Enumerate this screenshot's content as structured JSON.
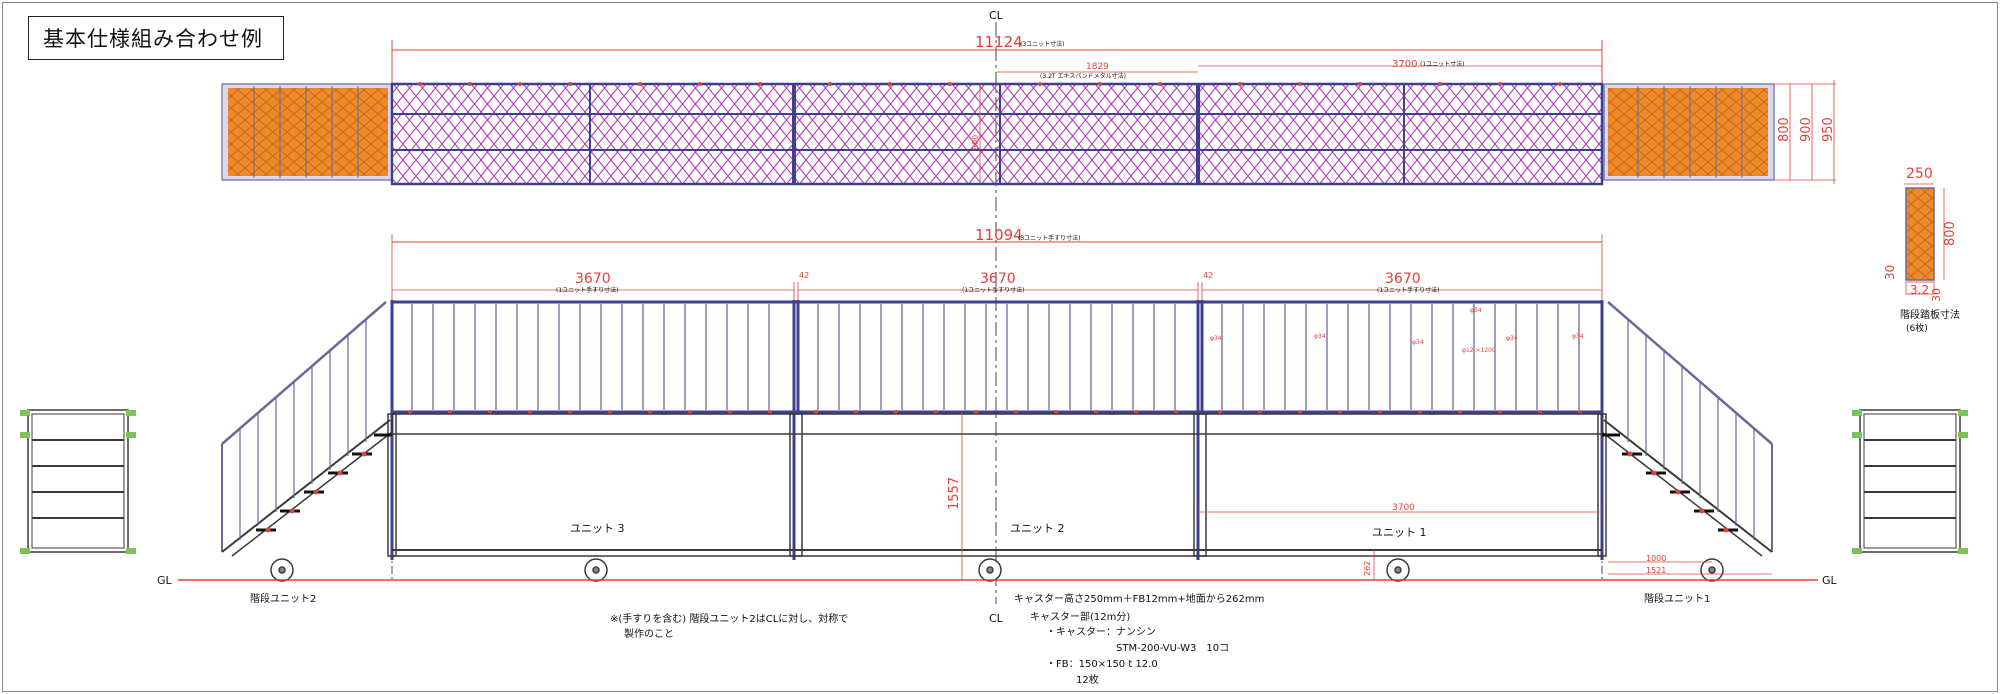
{
  "title": "基本仕様組み合わせ例",
  "centerline": {
    "top": "CL",
    "bottom": "CL"
  },
  "ground": {
    "left": "GL",
    "right": "GL"
  },
  "plan_view": {
    "overall_width": "11124",
    "overall_note": "(3ユニット寸法)",
    "panel_width": "1829",
    "panel_note": "(3.2T エキスパンドメタル寸法)",
    "unit_width": "3700",
    "unit_note": "(1ユニット寸法)",
    "depth_dims": [
      "800",
      "900",
      "950"
    ],
    "center_dim": "800"
  },
  "elevation": {
    "overall_handrail": "11094",
    "overall_handrail_note": "(3ユニット手すり寸法)",
    "handrail_sections": [
      {
        "width": "3670",
        "note": "(1ユニット手すり寸法)"
      },
      {
        "width": "3670",
        "note": "(1ユニット手すり寸法)"
      },
      {
        "width": "3670",
        "note": "(1ユニット手すり寸法)"
      }
    ],
    "gap": "42",
    "deck_height": "1557",
    "unit_span": "3700",
    "caster_dim": "262",
    "stair_dims": [
      "1000",
      "1521"
    ],
    "pipe_labels": [
      "φ34",
      "φ34",
      "φ34",
      "φ12\n×1200",
      "φ34",
      "φ34"
    ],
    "stair_leader": "φ34"
  },
  "units": [
    "ユニット 3",
    "ユニット 2",
    "ユニット 1"
  ],
  "stairs": {
    "left": "階段ユニット2",
    "right": "階段ユニット1"
  },
  "tread": {
    "width": "250",
    "length": "800",
    "dim_a": "30",
    "dim_b": "3.2",
    "dim_c": "30",
    "label": "階段踏板寸法",
    "count": "(6枚)"
  },
  "notes": {
    "symmetry": [
      "※(手すりを含む) 階段ユニット2はCLに対し、対称で",
      "製作のこと"
    ],
    "caster": [
      "キャスター高さ250mm＋FB12mm+地面から262mm",
      "キャスター部(12m分)",
      "・キャスター：ナンシン",
      "STM-200-VU-W3　10コ",
      "・FB：150×150 t 12.0",
      "12枚"
    ]
  },
  "colors": {
    "accent": "#e2403a",
    "frame": "#3f3f8f",
    "panel": "#b040b8",
    "tread": "#ef8a2a",
    "steel": "#6a6a9a"
  }
}
